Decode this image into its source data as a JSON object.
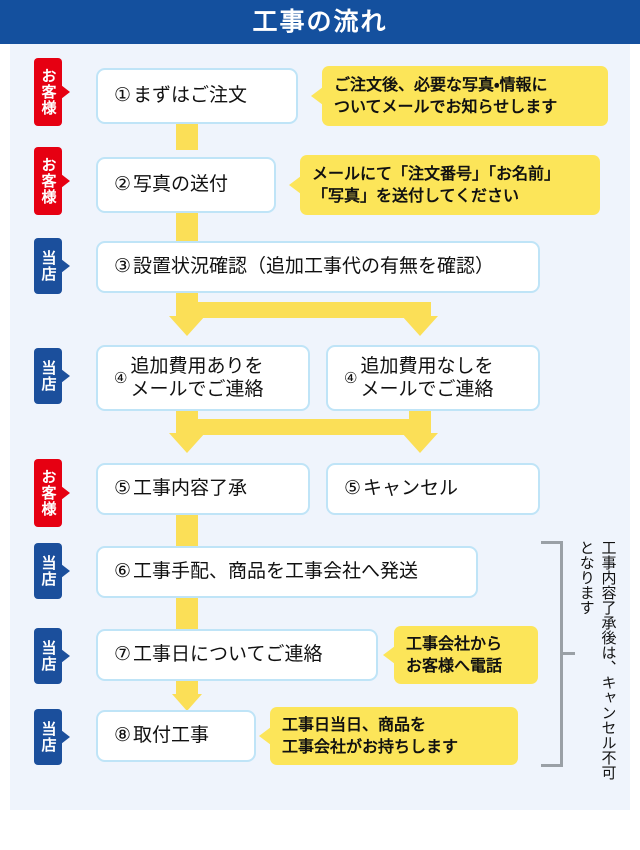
{
  "header": {
    "title": "工事の流れ"
  },
  "colors": {
    "header_blue": "#14509e",
    "panel_background": "#eff4fc",
    "customer_tag_red": "#e60012",
    "shop_tag_blue": "#1b4f9c",
    "callout_yellow": "#fce559",
    "arrow_yellow": "#fbdf57",
    "box_border_blue": "#bfe4f7",
    "bracket_gray": "#9aa0a6"
  },
  "roles": {
    "customer": "お客様",
    "shop": "当店"
  },
  "steps": [
    {
      "id": "step-1",
      "role": "お客様",
      "number": "①",
      "text": "まずはご注文"
    },
    {
      "id": "step-2",
      "role": "お客様",
      "number": "②",
      "text": "写真の送付"
    },
    {
      "id": "step-3",
      "role": "当店",
      "number": "③",
      "text": "設置状況確認（追加工事代の有無を確認）"
    },
    {
      "id": "step-4a",
      "role": "当店",
      "number": "④",
      "line1": "追加費用ありを",
      "line2": "メールでご連絡"
    },
    {
      "id": "step-4b",
      "role": "当店",
      "number": "④",
      "line1": "追加費用なしを",
      "line2": "メールでご連絡"
    },
    {
      "id": "step-5a",
      "role": "お客様",
      "number": "⑤",
      "text": "工事内容了承"
    },
    {
      "id": "step-5b",
      "role": "お客様",
      "number": "⑤",
      "text": "キャンセル"
    },
    {
      "id": "step-6",
      "role": "当店",
      "number": "⑥",
      "text": "工事手配、商品を工事会社へ発送"
    },
    {
      "id": "step-7",
      "role": "当店",
      "number": "⑦",
      "text": "工事日についてご連絡"
    },
    {
      "id": "step-8",
      "role": "当店",
      "number": "⑧",
      "text": "取付工事"
    }
  ],
  "callouts": [
    {
      "id": "callout-1",
      "line1": "ご注文後、必要な写真・情報に",
      "line2": "ついてメールでお知らせします"
    },
    {
      "id": "callout-2",
      "line1": "メールにて「注文番号」「お名前」",
      "line2": "「写真」を送付してください"
    },
    {
      "id": "callout-3",
      "line1": "工事会社から",
      "line2": "お客様へ電話"
    },
    {
      "id": "callout-4",
      "line1": "工事日当日、商品を",
      "line2": "工事会社がお持ちします"
    }
  ],
  "side_note": {
    "text": "工事内容了承後は、キャンセル不可となります"
  }
}
